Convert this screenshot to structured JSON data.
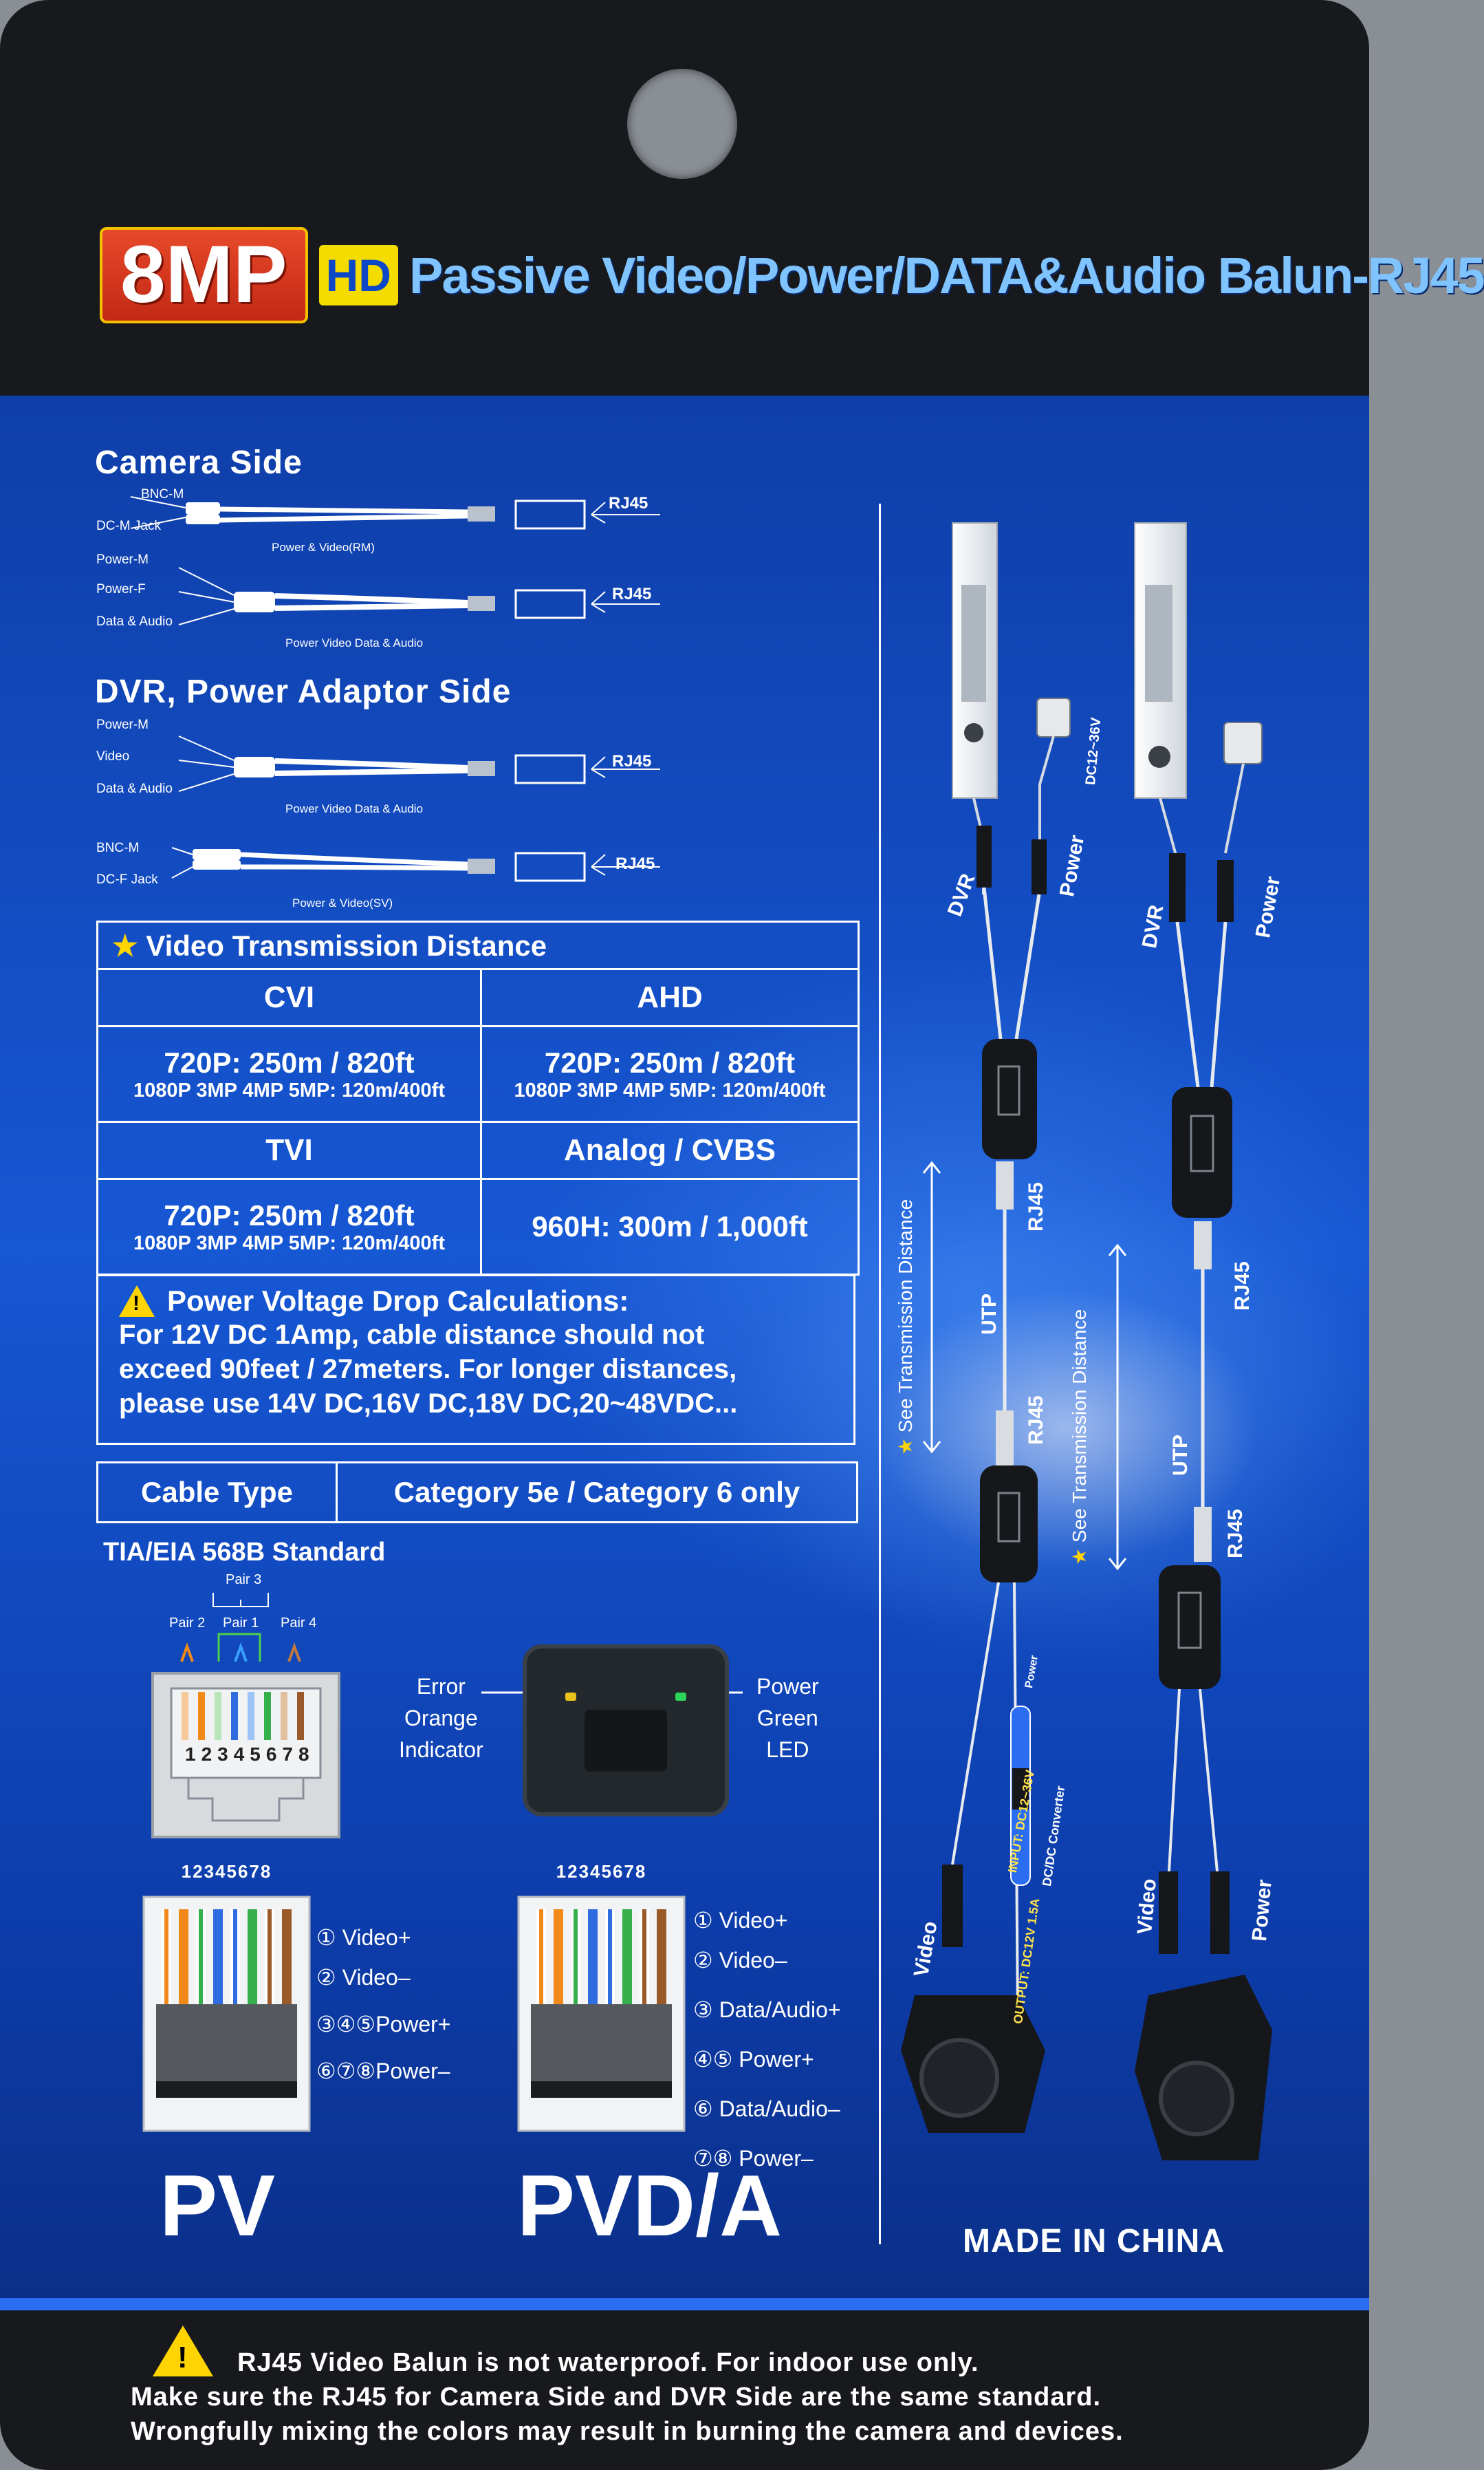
{
  "header": {
    "badge_8mp": "8MP",
    "badge_hd": "HD",
    "title": "Passive Video/Power/DATA&Audio Balun-RJ45"
  },
  "camera_side": {
    "title": "Camera Side",
    "cable1": {
      "label_a": "BNC-M",
      "label_b": "DC-M Jack",
      "caption": "Power & Video(RM)",
      "rj": "RJ45"
    },
    "cable2": {
      "label_a": "Power-M",
      "label_b": "Power-F",
      "label_c": "Data & Audio",
      "caption": "Power Video Data & Audio",
      "rj": "RJ45"
    }
  },
  "dvr_side": {
    "title": "DVR, Power Adaptor Side",
    "cable1": {
      "label_a": "Power-M",
      "label_b": "Video",
      "label_c": "Data & Audio",
      "caption": "Power Video Data & Audio",
      "rj": "RJ45"
    },
    "cable2": {
      "label_a": "BNC-M",
      "label_b": "DC-F Jack",
      "caption": "Power & Video(SV)",
      "rj": "RJ45"
    }
  },
  "distance_table": {
    "heading": "Video Transmission Distance",
    "cvi": {
      "name": "CVI",
      "line1": "720P: 250m / 820ft",
      "line2": "1080P 3MP 4MP 5MP: 120m/400ft"
    },
    "ahd": {
      "name": "AHD",
      "line1": "720P: 250m / 820ft",
      "line2": "1080P 3MP 4MP 5MP: 120m/400ft"
    },
    "tvi": {
      "name": "TVI",
      "line1": "720P: 250m / 820ft",
      "line2": "1080P 3MP 4MP 5MP: 120m/400ft"
    },
    "analog": {
      "name": "Analog / CVBS",
      "line1": "960H: 300m / 1,000ft"
    }
  },
  "voltage": {
    "title": "Power Voltage Drop Calculations:",
    "line1": "For 12V DC 1Amp, cable distance should  not",
    "line2": "exceed 90feet / 27meters. For longer distances,",
    "line3": "please use 14V DC,16V DC,18V DC,20~48VDC..."
  },
  "cable_type": {
    "label": "Cable Type",
    "value": "Category 5e / Category 6 only"
  },
  "standard": {
    "title": "TIA/EIA 568B Standard",
    "pair1": "Pair 1",
    "pair2": "Pair 2",
    "pair3": "Pair 3",
    "pair4": "Pair 4",
    "pin_numbers": "12345678"
  },
  "led": {
    "left": [
      "Error",
      "Orange",
      "Indicator"
    ],
    "right": [
      "Power",
      "Green",
      "LED"
    ]
  },
  "pv": {
    "name": "PV",
    "pin_numbers": "12345678",
    "pins": [
      "① Video+",
      "② Video–",
      "③④⑤Power+",
      "⑥⑦⑧Power–"
    ]
  },
  "pvda": {
    "name": "PVD/A",
    "pin_numbers": "12345678",
    "pins": [
      "① Video+",
      "② Video–",
      "③ Data/Audio+",
      "④⑤ Power+",
      "⑥ Data/Audio–",
      "⑦⑧ Power–"
    ]
  },
  "diagram": {
    "dvr": "DVR",
    "power": "Power",
    "dc_spec": "DC12~36V",
    "rj45": "RJ45",
    "utp": "UTP",
    "see_distance": "See Transmission Distance",
    "video": "Video",
    "converter_power": "Power",
    "converter_in": "INPUT: DC12~36V",
    "converter_name": "DC/DC Converter",
    "converter_out": "OUTPUT: DC12V 1.5A"
  },
  "made_in": "MADE IN CHINA",
  "bottom_warning": {
    "line1": "RJ45 Video Balun is not waterproof. For indoor use only.",
    "line2": "Make sure the RJ45 for Camera Side and DVR Side are the same standard.",
    "line3": "Wrongfully mixing the colors may result in burning the camera and devices."
  },
  "colors": {
    "card": "#17191d",
    "panel_blue": "#1657d4",
    "accent_yellow": "#ffd400",
    "title_blue": "#7fc4ff",
    "badge_red": "#d8331a"
  }
}
